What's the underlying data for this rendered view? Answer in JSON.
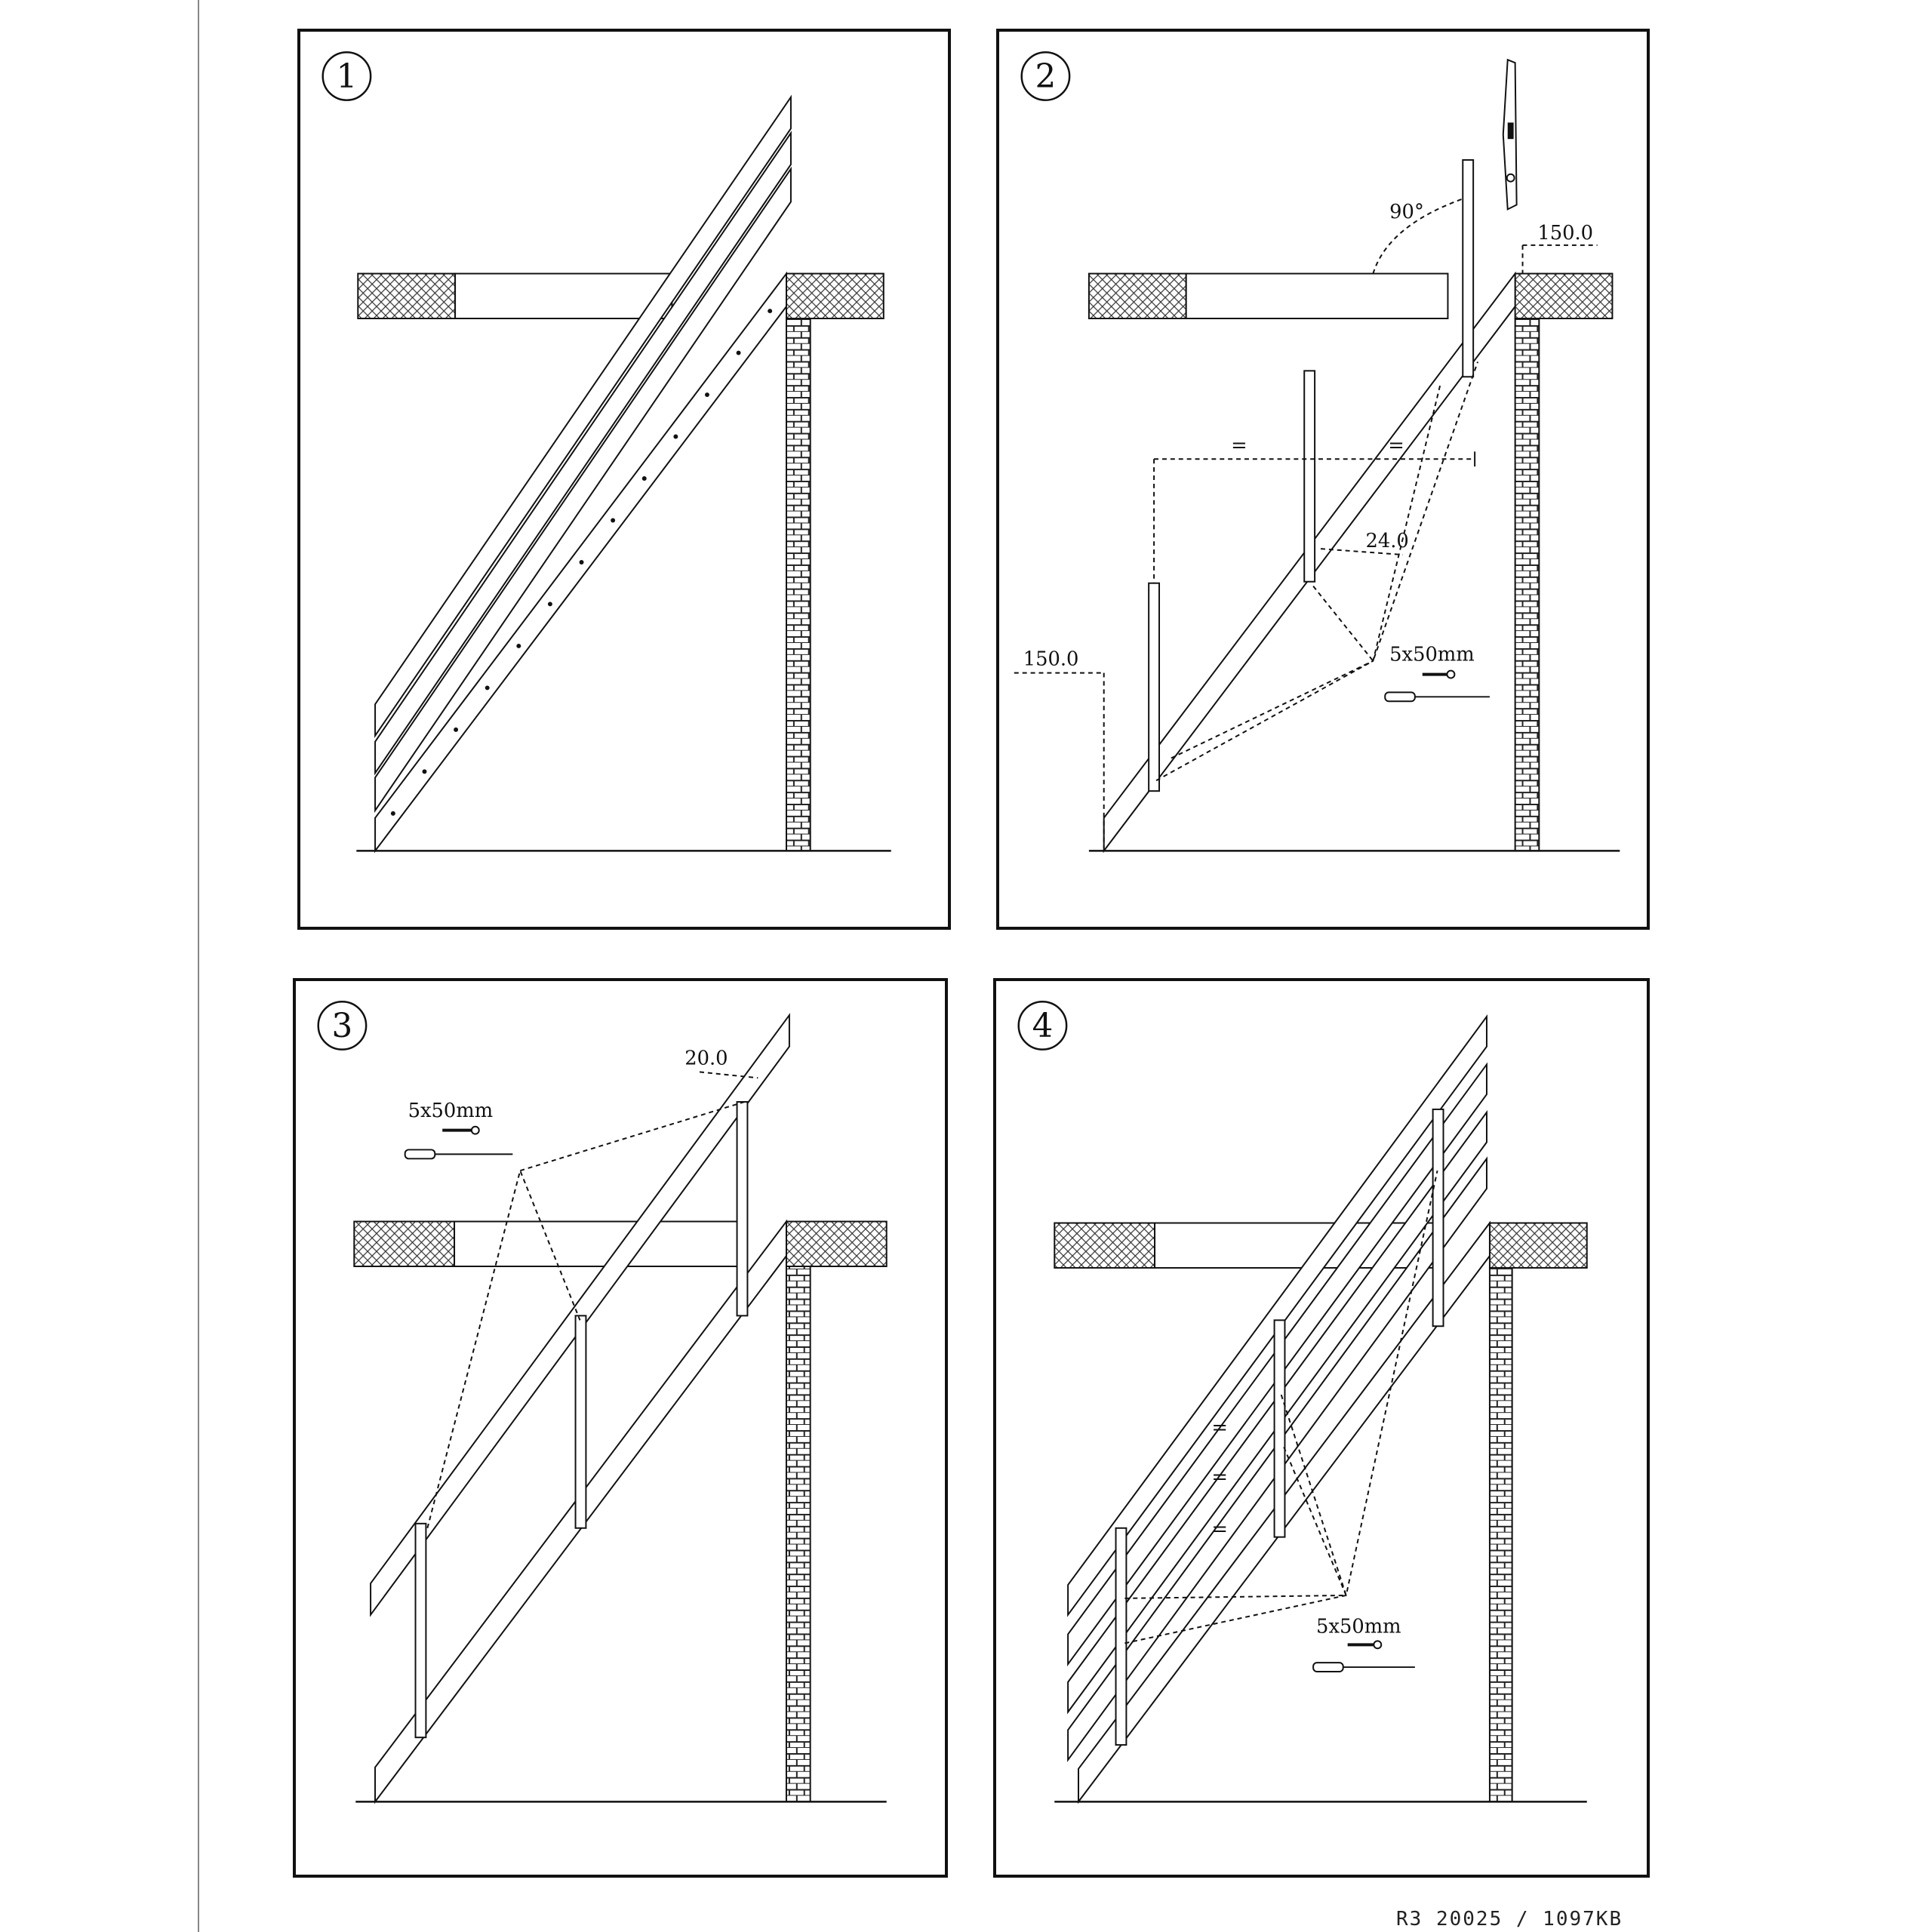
{
  "footer": {
    "code": "R3  20025  /  1097KB"
  },
  "steps": [
    {
      "number": "1",
      "labels": {}
    },
    {
      "number": "2",
      "labels": {
        "angle": "90°",
        "offset_top": "150.0",
        "offset_bottom": "150.0",
        "equal_left": "=",
        "equal_right": "=",
        "post_inset": "24.0",
        "screw": "5x50mm"
      }
    },
    {
      "number": "3",
      "labels": {
        "screw": "5x50mm",
        "rail_gap": "20.0"
      }
    },
    {
      "number": "4",
      "labels": {
        "equal_1": "=",
        "equal_2": "=",
        "equal_3": "=",
        "screw": "5x50mm"
      }
    }
  ],
  "colors": {
    "ink": "#111111",
    "hatch": "#333333",
    "dash": "#222222"
  },
  "icons": [
    "screw-icon",
    "screwdriver-icon",
    "spirit-level-icon",
    "brick-wall",
    "cross-hatch-slab"
  ]
}
